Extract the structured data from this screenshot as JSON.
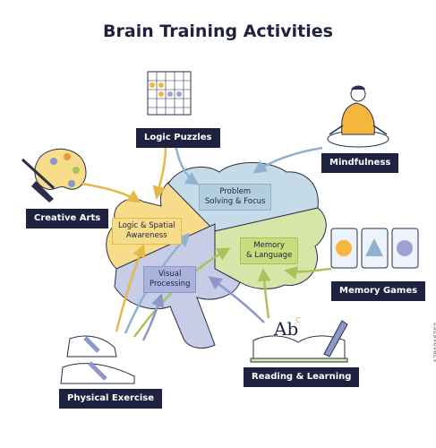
{
  "title": "Brain Training Activities",
  "regions": {
    "logic_spatial": "Logic & Spatial\nAwareness",
    "problem_solving": "Problem\nSolving & Focus",
    "memory_language": "Memory\n& Language",
    "visual_processing": "Visual\nProcessing"
  },
  "activities": {
    "logic_puzzles": "Logic Puzzles",
    "mindfulness": "Mindfulness",
    "creative_arts": "Creative Arts",
    "memory_games": "Memory Games",
    "physical_exercise": "Physical Exercise",
    "reading_learning": "Reading & Learning"
  },
  "book_letters": "Ab",
  "book_superscript": "c",
  "watermark": "1781916763",
  "colors": {
    "navy": "#1e2240",
    "yellow_region": "#f7dc8c",
    "blue_region": "#c5dbe8",
    "green_region": "#d6e6a8",
    "purple_region": "#c7cde6",
    "orange_shirt": "#f4b63d"
  }
}
